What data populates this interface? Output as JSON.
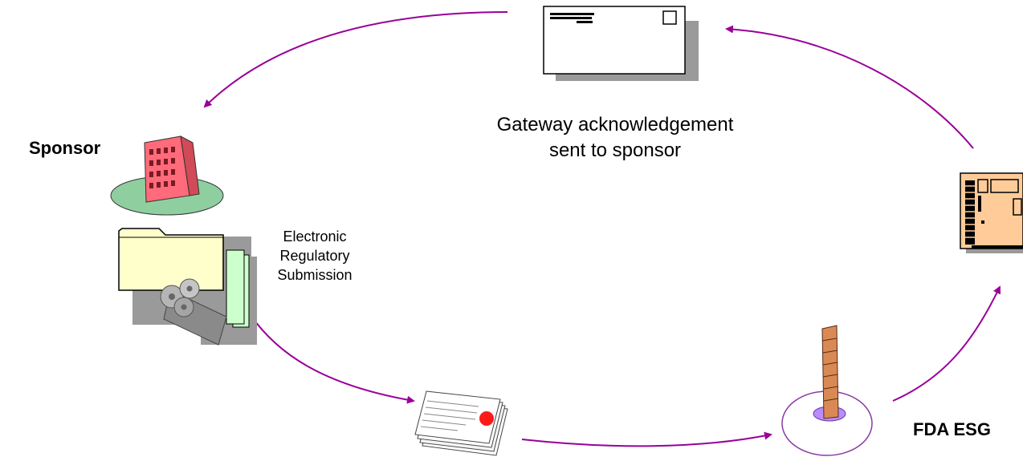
{
  "labels": {
    "sponsor": "Sponsor",
    "fda_esg": "FDA ESG",
    "submission_line1": "Electronic",
    "submission_line2": "Regulatory",
    "submission_line3": "Submission",
    "ack_line1": "Gateway acknowledgement",
    "ack_line2": "sent to sponsor"
  },
  "colors": {
    "arrow": "#990099",
    "building": "#ff6b7a",
    "ground_ellipse": "#8fcf9f",
    "folder": "#ffffcc",
    "document_green": "#ccffcc",
    "shadow": "#9a9a9a",
    "seal": "#ff1a1a",
    "circuit_board": "#ffcc99",
    "tower": "#d98a54",
    "tower_base": "#b98cff"
  },
  "icons": [
    "building-icon",
    "folder-icon",
    "gears-icon",
    "certificate-icon",
    "tower-icon",
    "circuit-board-icon",
    "envelope-icon"
  ]
}
